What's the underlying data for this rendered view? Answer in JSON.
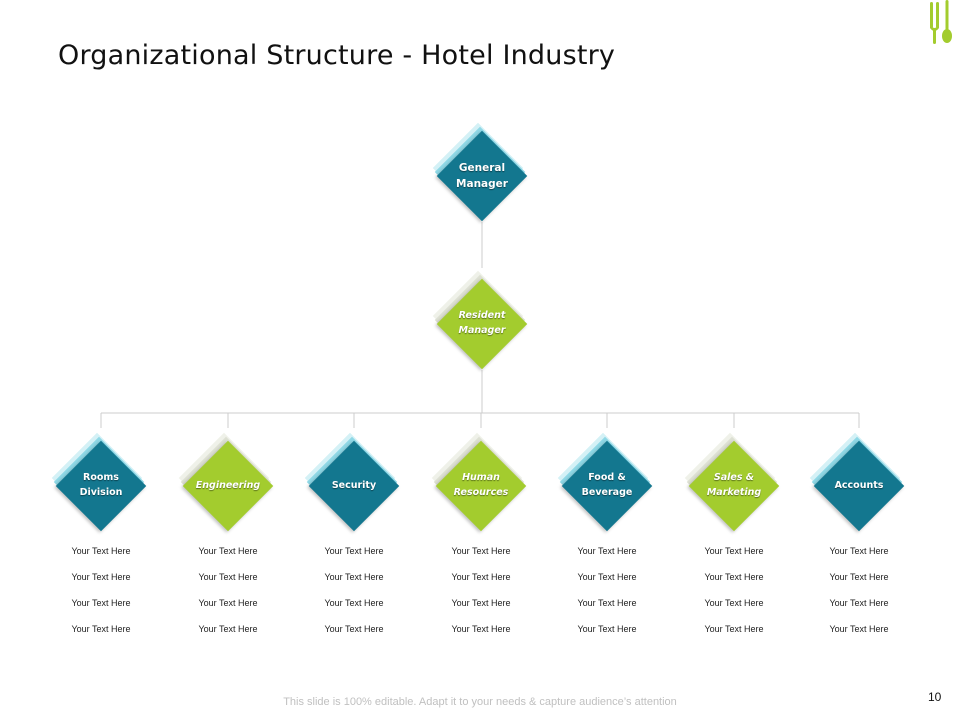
{
  "slide": {
    "title": "Organizational Structure - Hotel Industry",
    "footer_note": "This slide is 100% editable. Adapt it to your needs & capture audience’s attention",
    "page_number": "10"
  },
  "colors": {
    "blue": "#13778f",
    "green": "#a3cc2e",
    "line": "#cccccc"
  },
  "org": {
    "general_manager": {
      "label": "General\nManager"
    },
    "resident_manager": {
      "label": "Resident\nManager"
    },
    "departments": [
      {
        "label": "Rooms\nDivision",
        "items": [
          "Your Text Here",
          "Your Text Here",
          "Your Text Here",
          "Your Text Here"
        ]
      },
      {
        "label": "Engineering",
        "items": [
          "Your Text Here",
          "Your Text Here",
          "Your Text Here",
          "Your Text Here"
        ]
      },
      {
        "label": "Security",
        "items": [
          "Your Text Here",
          "Your Text Here",
          "Your Text Here",
          "Your Text Here"
        ]
      },
      {
        "label": "Human\nResources",
        "items": [
          "Your Text Here",
          "Your Text Here",
          "Your Text Here",
          "Your Text Here"
        ]
      },
      {
        "label": "Food &\nBeverage",
        "items": [
          "Your Text Here",
          "Your Text Here",
          "Your Text Here",
          "Your Text Here"
        ]
      },
      {
        "label": "Sales &\nMarketing",
        "items": [
          "Your Text Here",
          "Your Text Here",
          "Your Text Here",
          "Your Text Here"
        ]
      },
      {
        "label": "Accounts",
        "items": [
          "Your Text Here",
          "Your Text Here",
          "Your Text Here",
          "Your Text Here"
        ]
      }
    ]
  }
}
